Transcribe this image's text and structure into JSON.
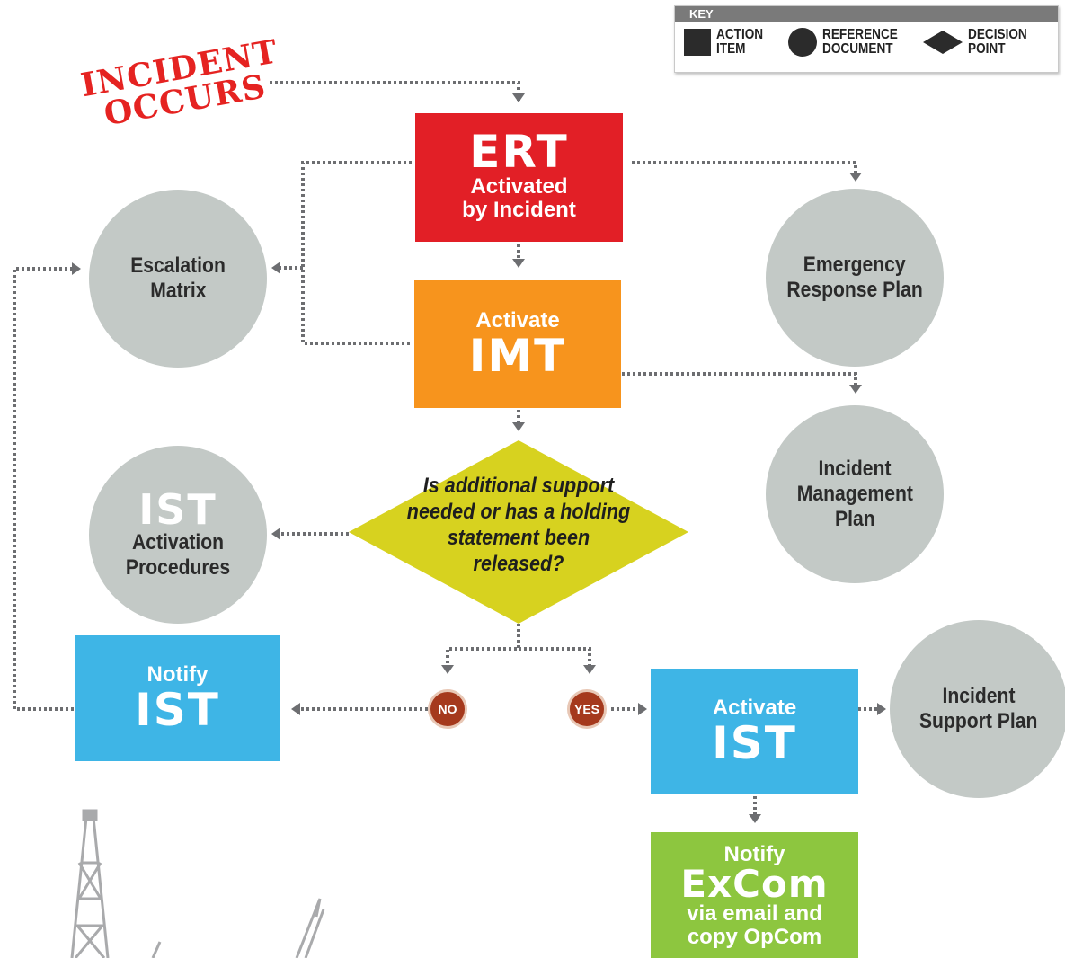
{
  "stamp": {
    "line1": "INCIDENT",
    "line2": "OCCURS"
  },
  "key": {
    "title": "KEY",
    "items": [
      {
        "shape": "square-icon",
        "line1": "ACTION",
        "line2": "ITEM"
      },
      {
        "shape": "circle-icon",
        "line1": "REFERENCE",
        "line2": "DOCUMENT"
      },
      {
        "shape": "diamond-icon",
        "line1": "DECISION",
        "line2": "POINT"
      }
    ]
  },
  "nodes": {
    "ert": {
      "big": "ERT",
      "line1": "Activated",
      "line2": "by Incident",
      "color": "#e21f26"
    },
    "imt": {
      "top": "Activate",
      "big": "IMT",
      "color": "#f7941d"
    },
    "decision": {
      "text": "Is additional support needed or has a holding statement been released?",
      "color": "#d7d21f"
    },
    "notify_ist": {
      "top": "Notify",
      "big": "IST",
      "color": "#3eb5e6"
    },
    "activate_ist": {
      "top": "Activate",
      "big": "IST",
      "color": "#3eb5e6"
    },
    "notify_excom": {
      "top": "Notify",
      "big": "ExCom",
      "line1": "via email and",
      "line2": "copy OpCom",
      "color": "#8dc63f"
    }
  },
  "documents": {
    "escalation_matrix": {
      "line1": "Escalation",
      "line2": "Matrix"
    },
    "emergency_response_plan": {
      "line1": "Emergency",
      "line2": "Response Plan"
    },
    "incident_management_plan": {
      "line1": "Incident",
      "line2": "Management",
      "line3": "Plan"
    },
    "ist_activation": {
      "big": "IST",
      "line1": "Activation",
      "line2": "Procedures"
    },
    "incident_support_plan": {
      "line1": "Incident",
      "line2": "Support Plan"
    }
  },
  "badges": {
    "no": "NO",
    "yes": "YES"
  },
  "colors": {
    "connector": "#6d6e71",
    "document": "#c3c9c6",
    "badge": "#a5391d"
  }
}
